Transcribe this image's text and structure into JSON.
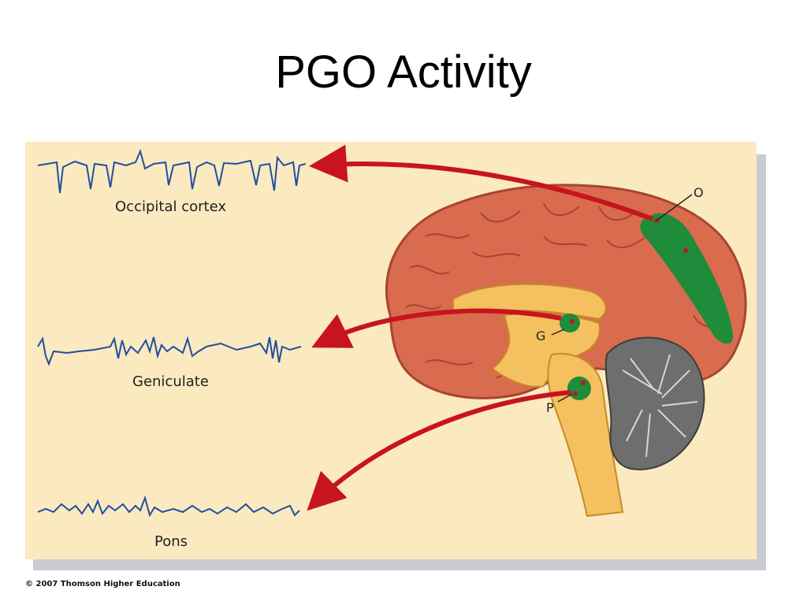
{
  "title": "PGO Activity",
  "traces": [
    {
      "label": "Occipital cortex"
    },
    {
      "label": "Geniculate"
    },
    {
      "label": "Pons"
    }
  ],
  "regions": {
    "occipital": "O",
    "geniculate": "G",
    "pons": "P"
  },
  "copyright": "© 2007 Thomson Higher Education",
  "colors": {
    "background": "#fbe9c0",
    "trace": "#1f4f9e",
    "arrow": "#c8141e",
    "activity_region": "#1e8c3a",
    "cortex": "#d96b4f",
    "brainstem": "#f5c060",
    "cerebellum": "#6e6e6e"
  }
}
